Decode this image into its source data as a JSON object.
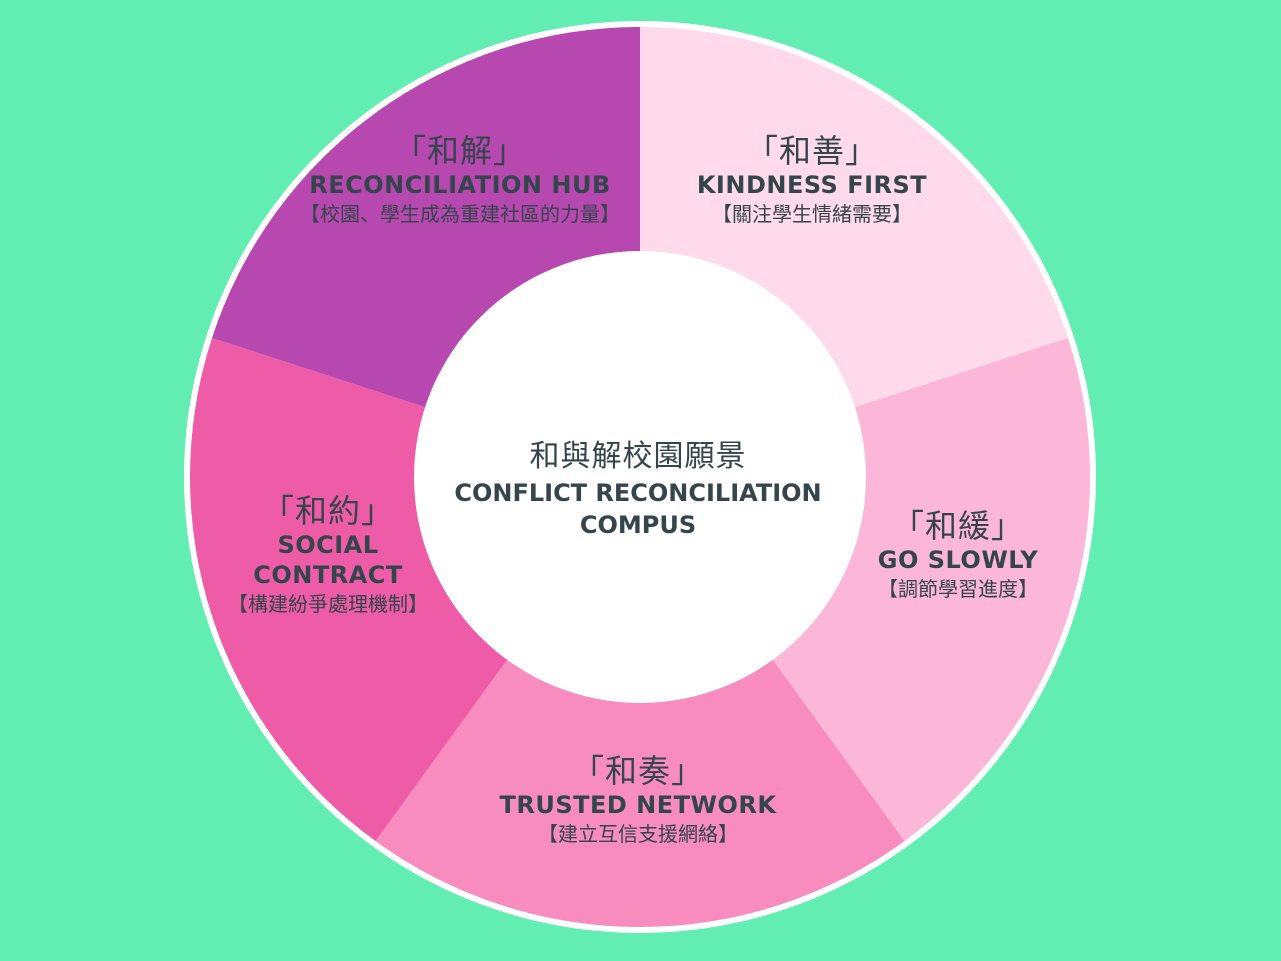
{
  "background_color": "#62eeb2",
  "center": {
    "title_cn": "和與解校園願景",
    "title_en_line1": "CONFLICT RECONCILIATION",
    "title_en_line2": "COMPUS"
  },
  "segments": [
    {
      "id": "kindness",
      "title_cn": "「和善」",
      "title_en": "KINDNESS FIRST",
      "subtitle_cn": "【關注學生情緒需要】",
      "color": "#ffdaea"
    },
    {
      "id": "slowly",
      "title_cn": "「和緩」",
      "title_en": "GO SLOWLY",
      "subtitle_cn": "【調節學習進度】",
      "color": "#fbb6d8"
    },
    {
      "id": "network",
      "title_cn": "「和奏」",
      "title_en": "TRUSTED NETWORK",
      "subtitle_cn": "【建立互信支援網絡】",
      "color": "#f98cbf"
    },
    {
      "id": "contract",
      "title_cn": "「和約」",
      "title_en_line1": "SOCIAL",
      "title_en_line2": "CONTRACT",
      "subtitle_cn": "【構建紛爭處理機制】",
      "color": "#ee5ba6"
    },
    {
      "id": "hub",
      "title_cn": "「和解」",
      "title_en": "RECONCILIATION HUB",
      "subtitle_cn": "【校園、學生成為重建社區的力量】",
      "color": "#b648b0"
    }
  ]
}
